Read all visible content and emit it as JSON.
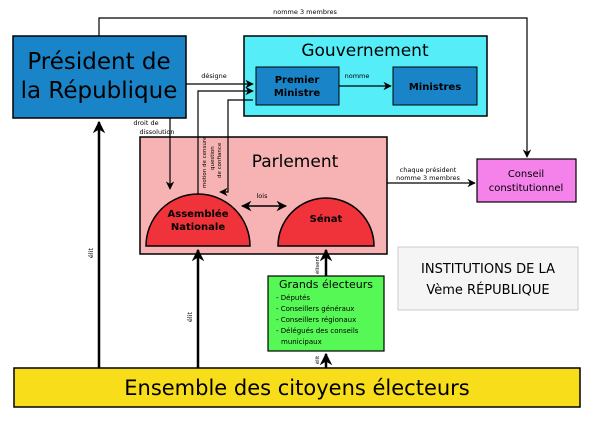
{
  "president": {
    "line1": "Président de",
    "line2": "la République"
  },
  "gouvernement": {
    "title": "Gouvernement",
    "premier_line1": "Premier",
    "premier_line2": "Ministre",
    "ministres": "Ministres",
    "nomme": "nomme"
  },
  "parlement": {
    "title": "Parlement",
    "assemblee_line1": "Assemblée",
    "assemblee_line2": "Nationale",
    "senat": "Sénat",
    "lois": "lois"
  },
  "conseil": {
    "line1": "Conseil",
    "line2": "constitutionnel"
  },
  "grands_electeurs": {
    "title": "Grands électeurs",
    "items": [
      "- Députés",
      "- Conseillers généraux",
      "- Conseillers régionaux",
      "- Délégués des conseils",
      "municipaux"
    ]
  },
  "institutions": {
    "line1": "INSTITUTIONS DE LA",
    "line2": "Vème RÉPUBLIQUE"
  },
  "citoyens": "Ensemble des citoyens électeurs",
  "labels": {
    "nomme_3_membres_top": "nomme 3 membres",
    "designe": "désigne",
    "droit_line1": "droit de",
    "droit_line2": "dissolution",
    "motion": "motion de censure",
    "question_line1": "question",
    "question_line2": "de confiance",
    "chaque_line1": "chaque président",
    "chaque_line2": "nomme 3 membres",
    "elit_president": "élit",
    "elit_assemblee": "élit",
    "elisent_senat": "élisent",
    "elit_grands": "élit"
  },
  "colors": {
    "president_fill": "#1a84c8",
    "gouvernement_fill": "#55eef8",
    "inner_blue": "#1a84c8",
    "parlement_fill": "#f7b3b3",
    "chamber_red": "#f0333a",
    "conseil_fill": "#f482ea",
    "grands_fill": "#55f855",
    "citoyens_fill": "#f8de1a"
  }
}
